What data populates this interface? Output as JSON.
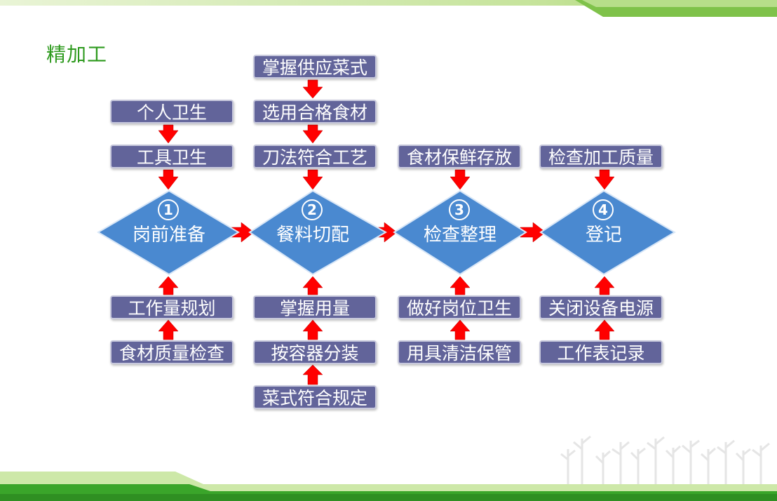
{
  "slide": {
    "title": "精加工"
  },
  "stages": [
    {
      "number": "1",
      "label": "岗前准备",
      "above": [
        "个人卫生",
        "工具卫生"
      ],
      "below": [
        "工作量规划",
        "食材质量检查"
      ]
    },
    {
      "number": "2",
      "label": "餐料切配",
      "above": [
        "掌握供应菜式",
        "选用合格食材",
        "刀法符合工艺"
      ],
      "below": [
        "掌握用量",
        "按容器分装",
        "菜式符合规定"
      ]
    },
    {
      "number": "3",
      "label": "检查整理",
      "above": [
        "食材保鲜存放"
      ],
      "below": [
        "做好岗位卫生",
        "用具清洁保管"
      ]
    },
    {
      "number": "4",
      "label": "登记",
      "above": [
        "检查加工质量"
      ],
      "below": [
        "关闭设备电源",
        "工作表记录"
      ]
    }
  ],
  "colors": {
    "box": "#62649a",
    "diamond": "#4a89d0",
    "arrow": "#ff0000",
    "title": "#2e9a1e",
    "band": "#3aa52a"
  }
}
